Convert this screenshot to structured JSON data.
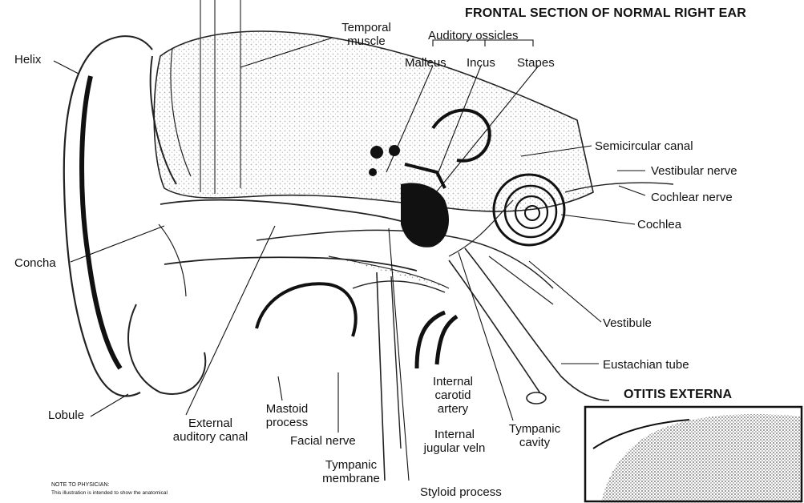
{
  "title": "FRONTAL SECTION OF NORMAL RIGHT EAR",
  "inset_title": "OTITIS EXTERNA",
  "group_label": "Auditory ossicles",
  "labels": {
    "temporal_muscle": [
      "Temporal",
      "muscle"
    ],
    "helix": "Helix",
    "malleus": "Malleus",
    "incus": "Incus",
    "stapes": "Stapes",
    "semicircular_canal": "Semicircular canal",
    "vestibular_nerve": "Vestibular nerve",
    "cochlear_nerve": "Cochlear nerve",
    "cochlea": "Cochlea",
    "concha": "Concha",
    "vestibule": "Vestibule",
    "eustachian_tube": "Eustachian tube",
    "internal_carotid_artery": [
      "Internal",
      "carotid",
      "artery"
    ],
    "lobule": "Lobule",
    "external_auditory_canal": [
      "External",
      "auditory canal"
    ],
    "mastoid_process": [
      "Mastoid",
      "process"
    ],
    "facial_nerve": "Facial nerve",
    "internal_jugular_vein": [
      "Internal",
      "jugular veln"
    ],
    "tympanic_cavity": [
      "Tympanic",
      "cavity"
    ],
    "tympanic_membrane": [
      "Tympanic",
      "membrane"
    ],
    "styloid_process": "Styloid process"
  },
  "note": [
    "NOTE TO PHYSICIAN:",
    "This illustration is intended to show the anatomical"
  ]
}
